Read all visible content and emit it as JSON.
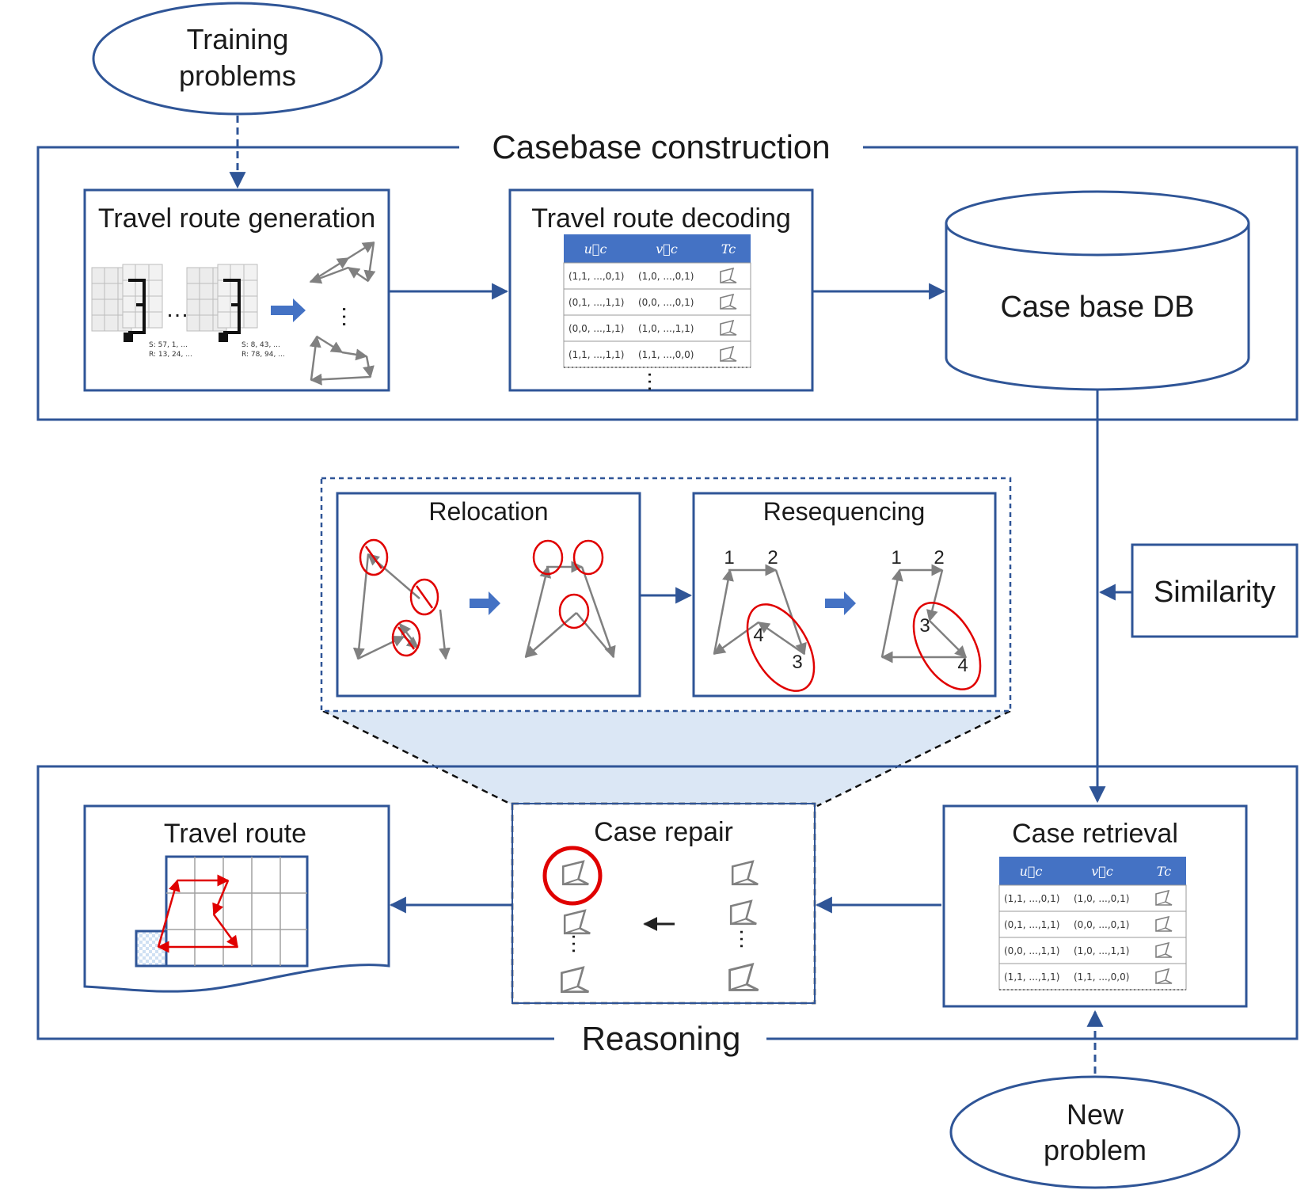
{
  "colors": {
    "frame": "#2f5597",
    "arrow": "#2f5597",
    "accent": "#4472c4",
    "route_gray": "#808080",
    "highlight_red": "#e00000",
    "zoom_fill": "#dbe7f5"
  },
  "inputs": {
    "training_line1": "Training",
    "training_line2": "problems",
    "new_line1": "New",
    "new_line2": "problem"
  },
  "casebase": {
    "title": "Casebase construction",
    "generation": {
      "title": "Travel route generation",
      "meta_left_1": "S: 57, 1, ...",
      "meta_left_2": "R: 13, 24, ...",
      "meta_right_1": "S: 8, 43, ...",
      "meta_right_2": "R: 78, 94, ..."
    },
    "decoding": {
      "title": "Travel route decoding"
    },
    "db_label": "Case base DB"
  },
  "case_table": {
    "headers": [
      "u⃗c",
      "v⃗c",
      "Tc"
    ],
    "rows": [
      {
        "u": "(1,1, ...,0,1)",
        "v": "(1,0, ...,0,1)"
      },
      {
        "u": "(0,1, ...,1,1)",
        "v": "(0,0, ...,0,1)"
      },
      {
        "u": "(0,0, ...,1,1)",
        "v": "(1,0, ...,1,1)"
      },
      {
        "u": "(1,1, ...,1,1)",
        "v": "(1,1, ...,0,0)"
      }
    ]
  },
  "similarity": "Similarity",
  "repair_detail": {
    "relocation": "Relocation",
    "resequencing": "Resequencing",
    "before_labels": [
      "1",
      "2",
      "4",
      "3"
    ],
    "after_labels": [
      "1",
      "2",
      "3",
      "4"
    ]
  },
  "reasoning": {
    "title": "Reasoning",
    "output_title": "Travel route",
    "repair_title": "Case repair",
    "retrieval_title": "Case retrieval"
  },
  "icons": {
    "ellipsis": "ellipsis-icon",
    "vertical_ellipsis": "vertical-ellipsis-icon",
    "arrow": "right-arrow-icon"
  }
}
